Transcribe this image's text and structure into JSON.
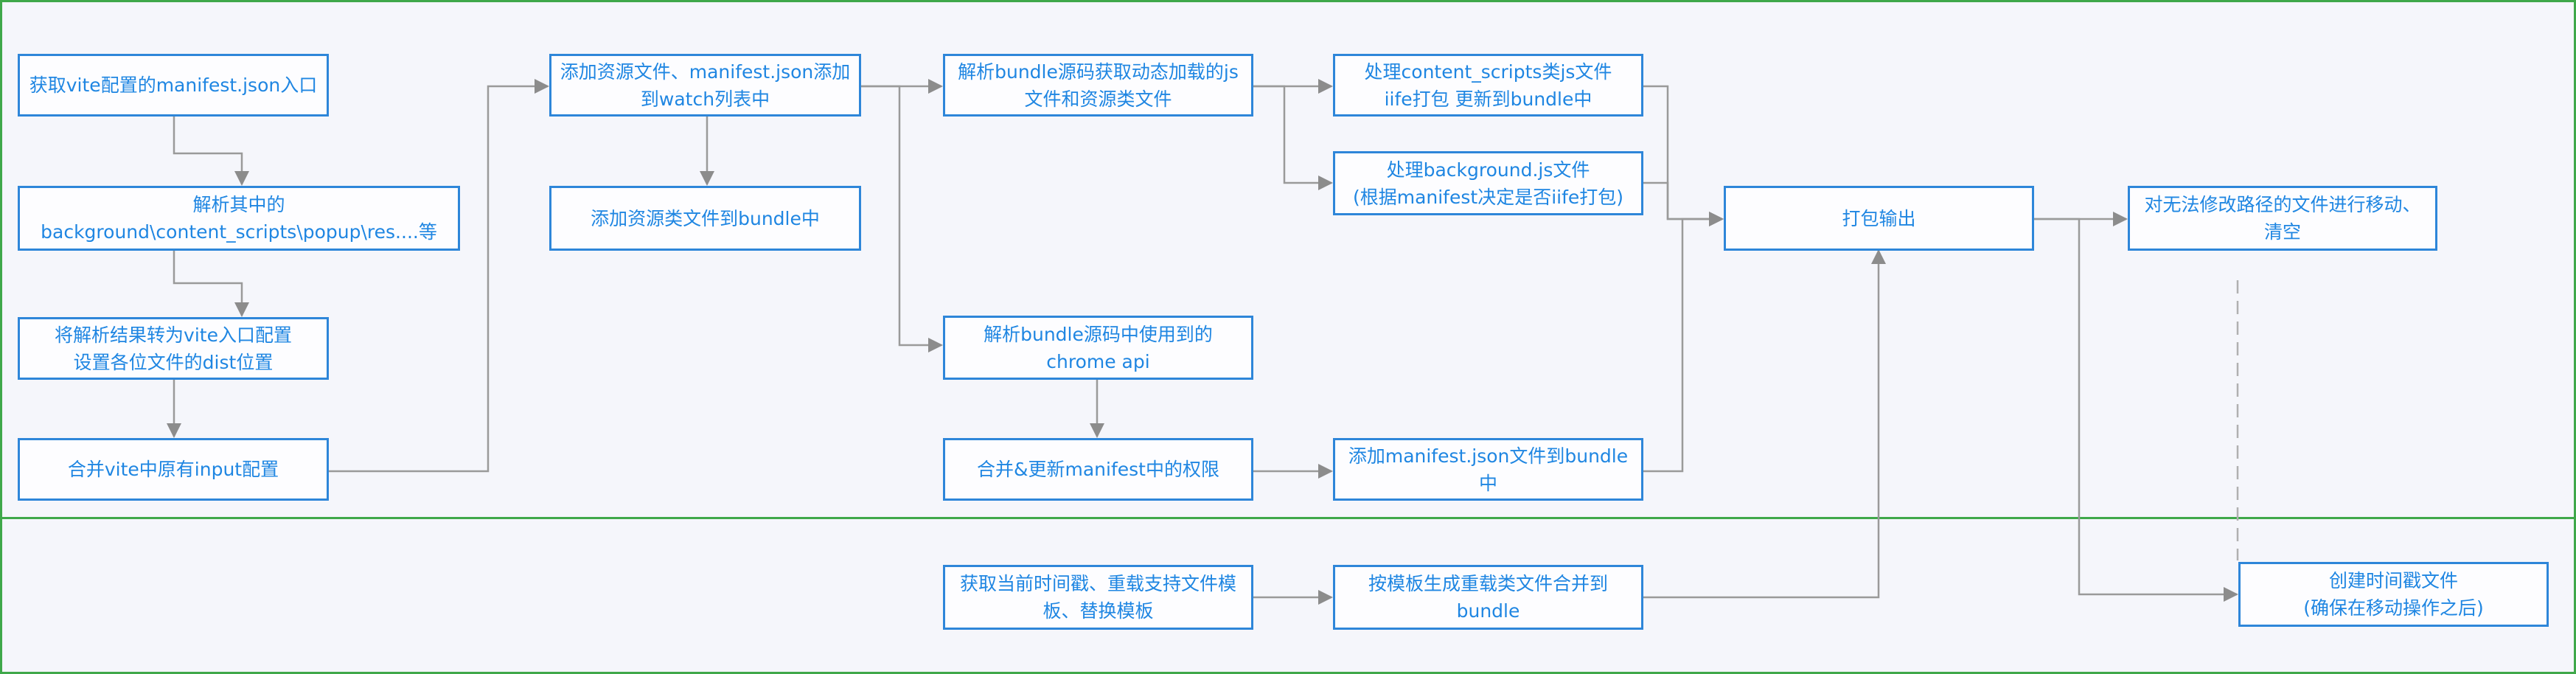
{
  "diagram": {
    "nodes": {
      "get_manifest": "获取vite配置的manifest.json入口",
      "parse_entries": "解析其中的\nbackground\\content_scripts\\popup\\res....等",
      "to_vite_input": "将解析结果转为vite入口配置\n设置各位文件的dist位置",
      "merge_input": "合并vite中原有input配置",
      "add_watch": "添加资源文件、manifest.json添加\n到watch列表中",
      "add_res_bundle": "添加资源类文件到bundle中",
      "parse_dynamic": "解析bundle源码获取动态加载的js\n文件和资源类文件",
      "parse_chrome_api": "解析bundle源码中使用到的\nchrome api",
      "merge_permissions": "合并&更新manifest中的权限",
      "content_scripts": "处理content_scripts类js文件\niife打包 更新到bundle中",
      "background": "处理background.js文件\n(根据manifest决定是否iife打包)",
      "add_manifest": "添加manifest.json文件到bundle中",
      "pack_output": "打包输出",
      "move_files": "对无法修改路径的文件进行移动、\n清空",
      "get_timestamp": "获取当前时间戳、重载支持文件模\n板、替换模板",
      "gen_reload": "按模板生成重载类文件合并到\nbundle",
      "create_timestamp": "创建时间戳文件\n(确保在移动操作之后)"
    }
  }
}
